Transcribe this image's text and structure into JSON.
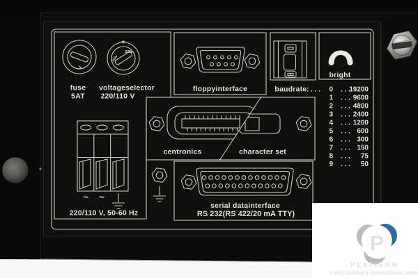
{
  "colors": {
    "panel_black": "#0b0b0a",
    "engraving": "#dfdfd9",
    "line": "#c9c9c3",
    "watermark_blue": "#2c6ca3",
    "brand_blue": "#3d86c0",
    "logo_grey": "#b6bcc2",
    "contact_navy": "#19233f"
  },
  "panel": {
    "power": {
      "fuse_label": "fuse",
      "fuse_rating": "5AT",
      "selector_label": "voltageselector",
      "selector_value": "220/110 V",
      "mark_220": "220v",
      "mark_110": "110v",
      "ac_symbol": "~",
      "mains_label": "220/110 V, 50-60 Hz"
    },
    "floppy": {
      "label": "floppyinterface"
    },
    "baudrate": {
      "label": "baudrate:",
      "dots": ". . .",
      "rows": [
        {
          "digit": "0",
          "value": "19200"
        },
        {
          "digit": "1",
          "value": "9600"
        },
        {
          "digit": "2",
          "value": "4800"
        },
        {
          "digit": "3",
          "value": "2400"
        },
        {
          "digit": "4",
          "value": "1200"
        },
        {
          "digit": "5",
          "value": "600"
        },
        {
          "digit": "6",
          "value": "300"
        },
        {
          "digit": "7",
          "value": "150"
        },
        {
          "digit": "8",
          "value": "75"
        },
        {
          "digit": "9",
          "value": "50"
        }
      ]
    },
    "bright": {
      "label": "bright"
    },
    "parallel": {
      "left_label": "centronics",
      "right_label": "character set"
    },
    "serial": {
      "line1": "serial datainterface",
      "line2": "RS 232(RS 422/20 mA TTY)"
    }
  },
  "watermark": {
    "logo_letter": "P",
    "brand": "PLATINUM",
    "contact": "Info@platinum-international.store"
  }
}
